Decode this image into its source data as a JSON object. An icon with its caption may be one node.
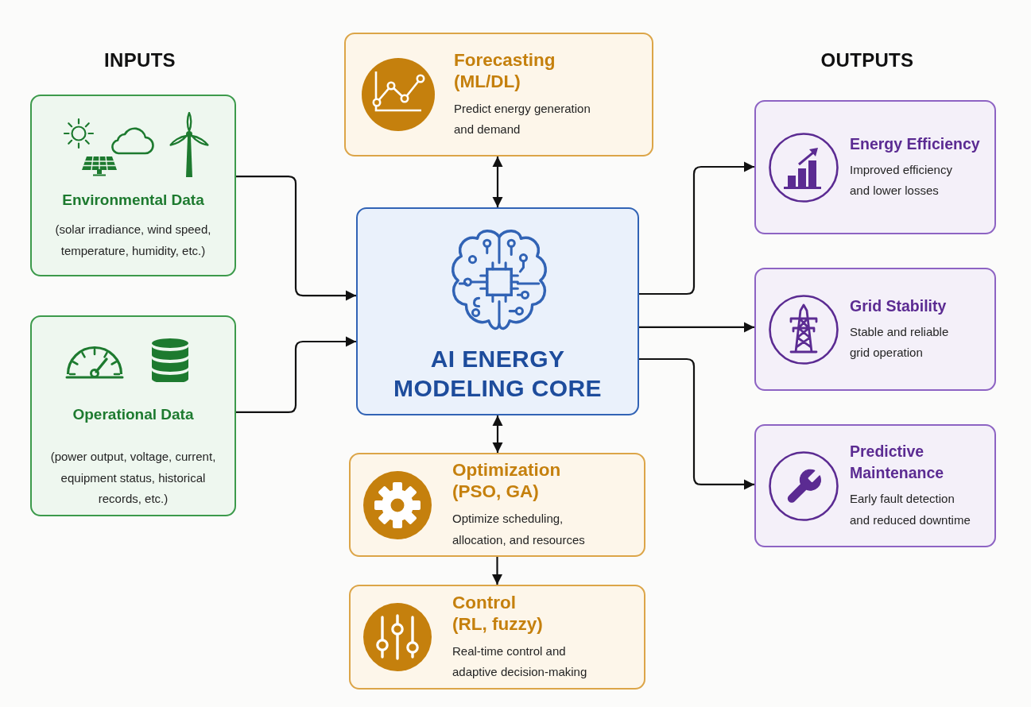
{
  "diagram": {
    "nodes": [
      {
        "text": [
          "Environmental Data",
          "(solar irradiance, wind speed, temperature, humidity, etc.)"
        ]
      },
      {
        "text": [
          "Operational Data",
          "(power output, voltage, current, equipment status, historical records, etc.)"
        ]
      },
      {
        "text": [
          "Forecasting (ML/DL)",
          "Predict energy generation and demand"
        ]
      },
      {
        "text": [
          "AI ENERGY MODELING CORE"
        ]
      },
      {
        "text": [
          "Optimization (PSO, GA)",
          "Optimize scheduling, allocation, and resources"
        ]
      },
      {
        "text": [
          "Control (RL, fuzzy)",
          "Real-time control and adaptive decision-making"
        ]
      },
      {
        "text": [
          "Energy Efficiency",
          "Improved efficiency and lower losses"
        ]
      },
      {
        "text": [
          "Grid Stability",
          "Stable and reliable grid operation"
        ]
      },
      {
        "text": [
          "Predictive Maintenance",
          "Early fault detection and reduced downtime"
        ]
      }
    ],
    "edges": [
      {
        "from": 0,
        "to": 3,
        "arrow": "to"
      },
      {
        "from": 1,
        "to": 3,
        "arrow": "to"
      },
      {
        "from": 2,
        "to": 3,
        "arrow": "both"
      },
      {
        "from": 3,
        "to": 4,
        "arrow": "both"
      },
      {
        "from": 4,
        "to": 5,
        "arrow": "to"
      },
      {
        "from": 3,
        "to": 6,
        "arrow": "to"
      },
      {
        "from": 3,
        "to": 7,
        "arrow": "to"
      },
      {
        "from": 3,
        "to": 8,
        "arrow": "to"
      }
    ],
    "labels": [
      "INPUTS",
      "OUTPUTS"
    ]
  }
}
